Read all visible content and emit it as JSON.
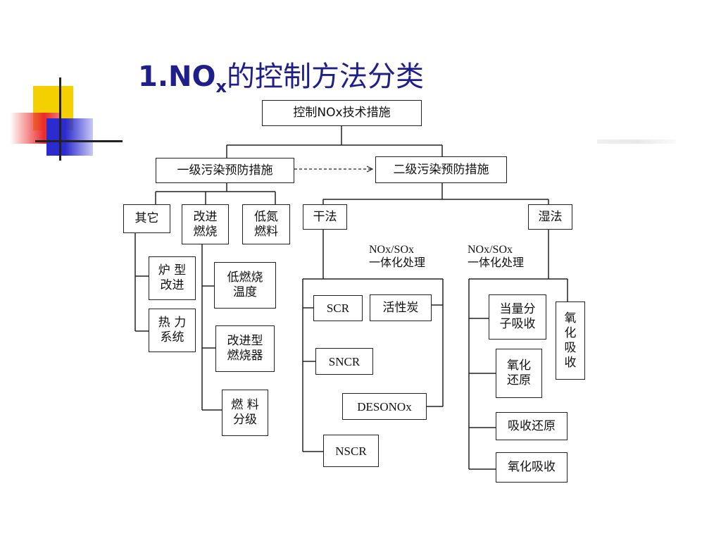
{
  "title": {
    "lead": "1.NO",
    "sub": "x",
    "rest": "的控制方法分类"
  },
  "colors": {
    "title": "#1f1f8c",
    "deco_yellow": "#f5d000",
    "deco_red": "#ea2a2a",
    "deco_blue": "#2b2bd0"
  },
  "diagram": {
    "root": "控制NOx技术措施",
    "level1": {
      "primary": "一级污染预防措施",
      "secondary": "二级污染预防措施"
    },
    "primary_children": {
      "other": "其它",
      "improved_combustion": "改进\n燃烧",
      "low_nitrogen_fuel": "低氮\n燃料"
    },
    "other_children": {
      "furnace": "炉 型\n改进",
      "thermal": "热 力\n系统"
    },
    "combustion_children": {
      "low_temp": "低燃烧\n温度",
      "burner": "改进型\n燃烧器",
      "staging": "燃 料\n分级"
    },
    "secondary_children": {
      "dry": "干法",
      "wet": "湿法"
    },
    "combined_label": {
      "line1": "NOx/SOx",
      "line2": "一体化处理"
    },
    "dry_methods": {
      "scr": "SCR",
      "activated_carbon": "活性炭",
      "sncr": "SNCR",
      "desonox": "DESONOx",
      "nscr": "NSCR"
    },
    "wet_methods": {
      "equivalent_absorption": "当量分\n子吸收",
      "oxidation_absorption_v": "氧\n化\n吸\n收",
      "oxidation_reduction": "氧化\n还原",
      "absorption_reduction": "吸收还原",
      "oxidation_absorption": "氧化吸收"
    }
  }
}
